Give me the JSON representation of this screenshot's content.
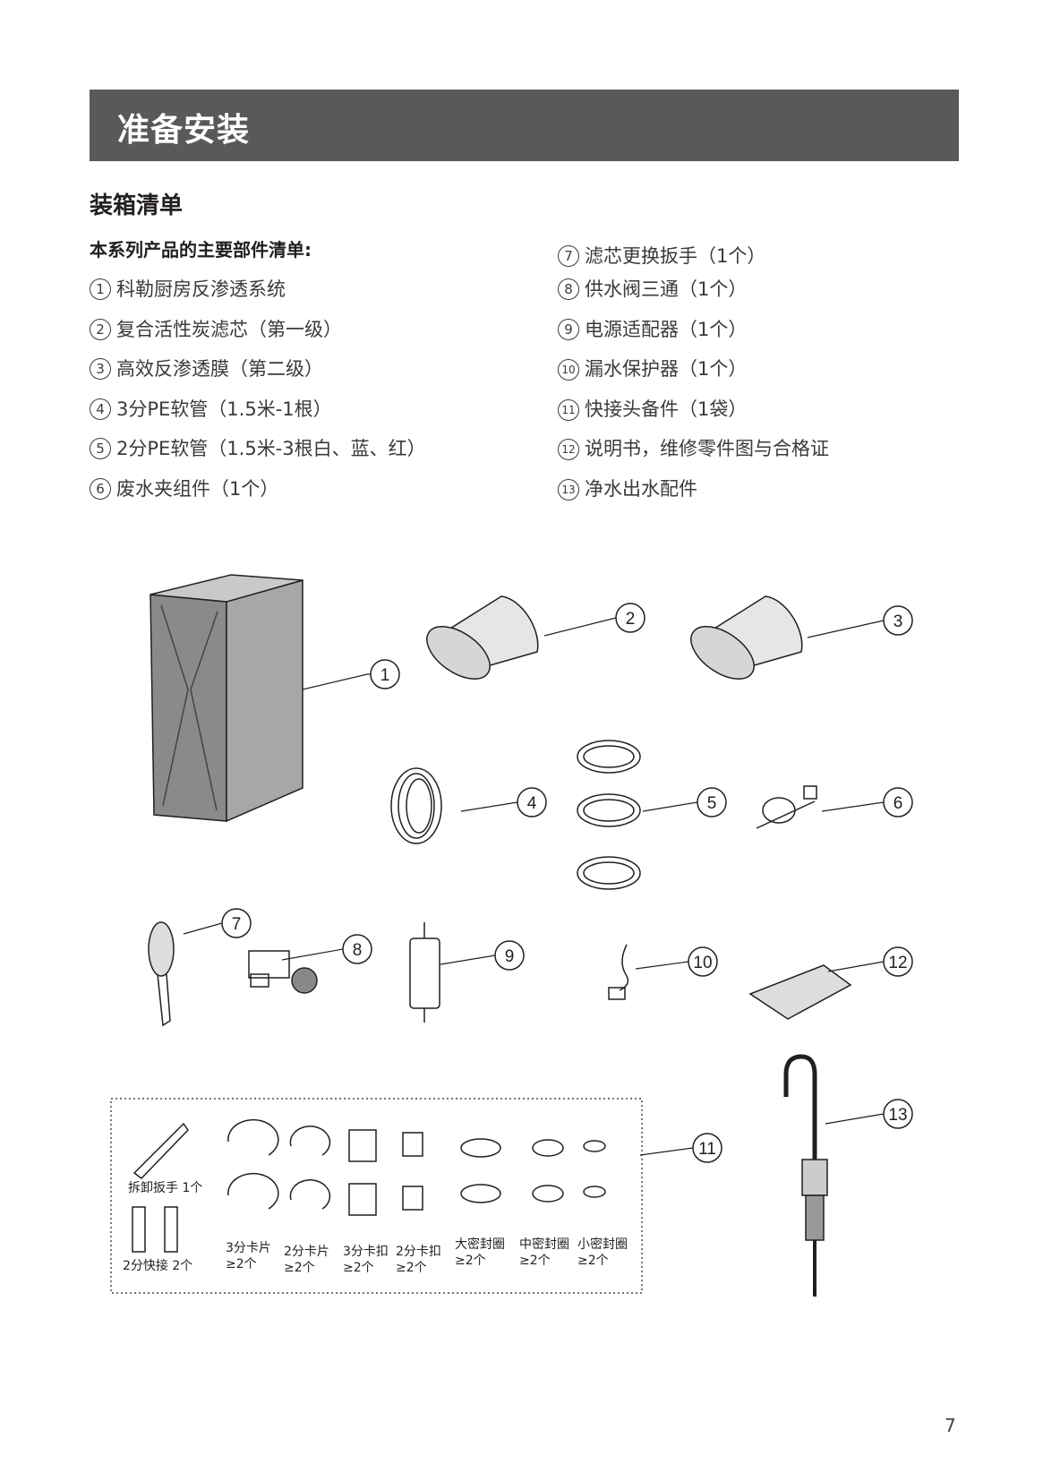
{
  "header": {
    "title": "准备安装"
  },
  "section_title": "装箱清单",
  "subtitle": "本系列产品的主要部件清单:",
  "left_items": [
    {
      "num": "1",
      "text": "科勒厨房反渗透系统"
    },
    {
      "num": "2",
      "text": "复合活性炭滤芯（第一级）"
    },
    {
      "num": "3",
      "text": "高效反渗透膜（第二级）"
    },
    {
      "num": "4",
      "text": "3分PE软管（1.5米-1根）"
    },
    {
      "num": "5",
      "text": "2分PE软管（1.5米-3根白、蓝、红）"
    },
    {
      "num": "6",
      "text": "废水夹组件（1个）"
    }
  ],
  "right_items": [
    {
      "num": "7",
      "text": "滤芯更换扳手（1个）"
    },
    {
      "num": "8",
      "text": "供水阀三通（1个）"
    },
    {
      "num": "9",
      "text": "电源适配器（1个）"
    },
    {
      "num": "10",
      "text": "漏水保护器（1个）"
    },
    {
      "num": "11",
      "text": "快接头备件（1袋）"
    },
    {
      "num": "12",
      "text": "说明书，维修零件图与合格证"
    },
    {
      "num": "13",
      "text": "净水出水配件"
    }
  ],
  "callouts": [
    "1",
    "2",
    "3",
    "4",
    "5",
    "6",
    "7",
    "8",
    "9",
    "10",
    "11",
    "12",
    "13"
  ],
  "kit": {
    "wrench": "拆卸扳手 1个",
    "quick_connect": "2分快接 2个",
    "parts": [
      {
        "name": "3分卡片",
        "qty": "≥2个"
      },
      {
        "name": "2分卡片",
        "qty": "≥2个"
      },
      {
        "name": "3分卡扣",
        "qty": "≥2个"
      },
      {
        "name": "2分卡扣",
        "qty": "≥2个"
      },
      {
        "name": "大密封圈",
        "qty": "≥2个"
      },
      {
        "name": "中密封圈",
        "qty": "≥2个"
      },
      {
        "name": "小密封圈",
        "qty": "≥2个"
      }
    ]
  },
  "page_number": "7"
}
